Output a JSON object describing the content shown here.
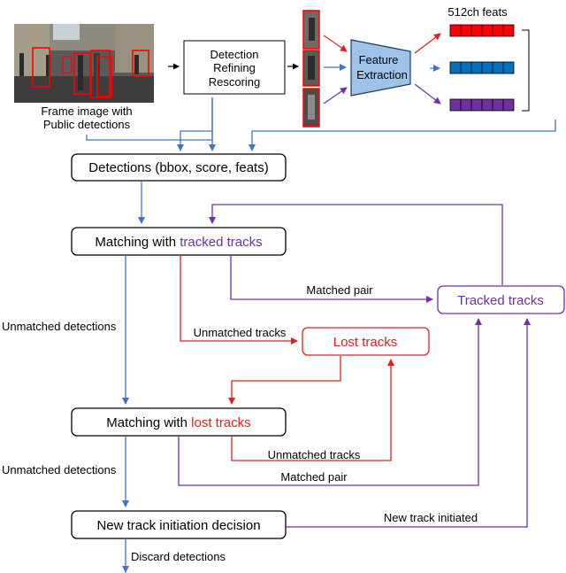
{
  "frame_caption": {
    "line1": "Frame image with",
    "line2": "Public detections"
  },
  "refine_box": {
    "line1": "Detection",
    "line2": "Refining",
    "line3": "Rescoring"
  },
  "feature_box": {
    "line1": "Feature",
    "line2": "Extraction"
  },
  "feats_label": "512ch feats",
  "detections_box": "Detections (bbox, score, feats)",
  "match_tracked": {
    "prefix": "Matching with ",
    "highlight": "tracked tracks"
  },
  "tracked_tracks": "Tracked tracks",
  "lost_tracks": "Lost tracks",
  "match_lost": {
    "prefix": "Matching with ",
    "highlight": "lost tracks"
  },
  "new_track_box": "New track initiation decision",
  "edge_labels": {
    "matched_pair_1": "Matched pair",
    "unmatched_tracks_1": "Unmatched tracks",
    "unmatched_detections_1": "Unmatched detections",
    "unmatched_tracks_2": "Unmatched tracks",
    "matched_pair_2": "Matched pair",
    "unmatched_detections_2": "Unmatched detections",
    "new_track_initiated": "New track initiated",
    "discard_detections": "Discard detections"
  },
  "colors": {
    "blue": "#4472c4",
    "red": "#e02020",
    "purple": "#7030a0",
    "feat_red": "#ff0000",
    "feat_blue": "#0070c0",
    "feat_purple": "#7030a0",
    "extractor_fill": "#9dc3e6"
  },
  "icons": {
    "frame": "street-scene-image",
    "crops": "pedestrian-crop-image"
  }
}
